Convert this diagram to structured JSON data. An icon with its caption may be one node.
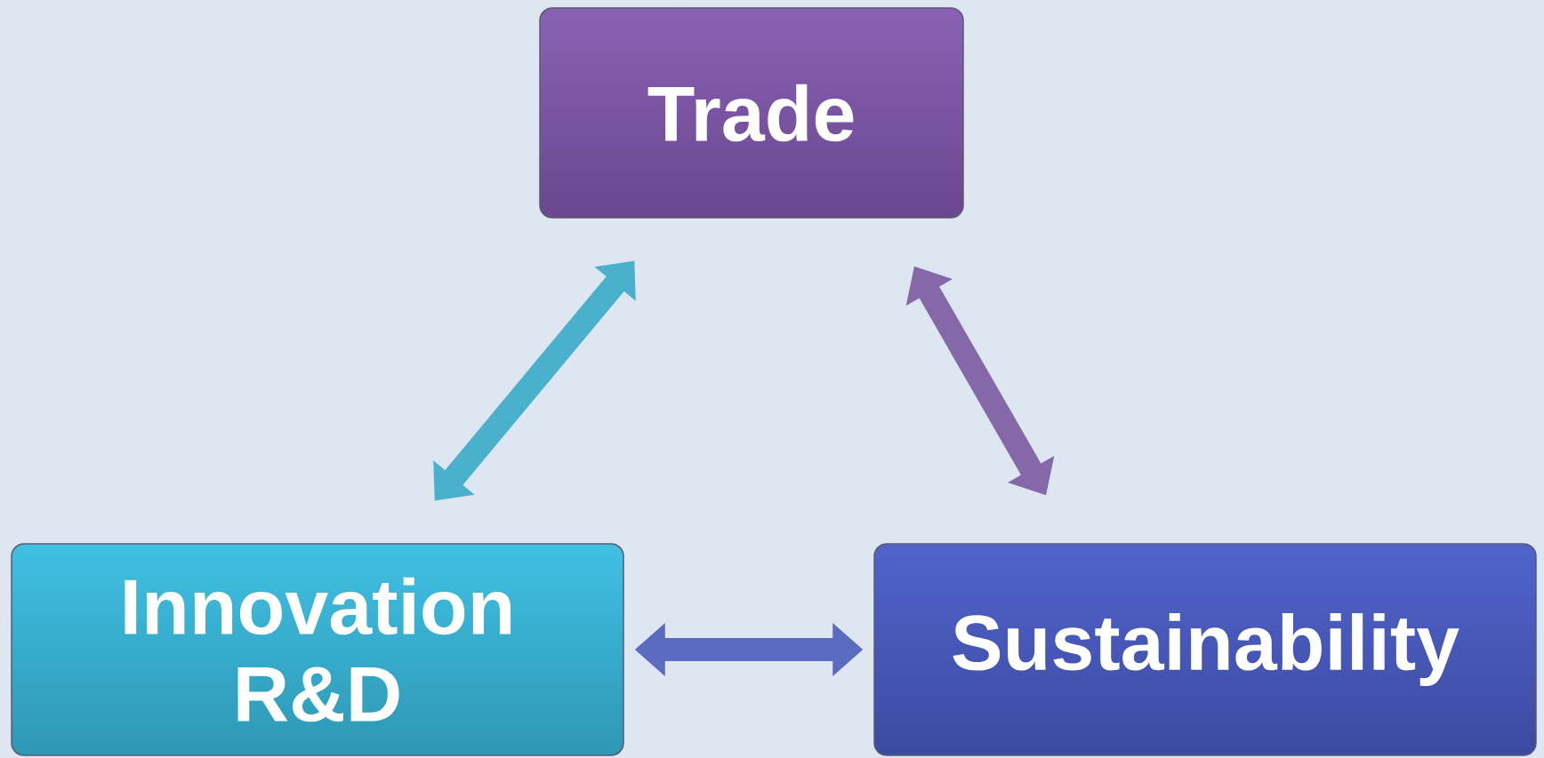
{
  "diagram": {
    "nodes": [
      {
        "text": [
          "Trade"
        ]
      },
      {
        "text": [
          "Innovation R&D"
        ]
      },
      {
        "text": [
          "Sustainability"
        ]
      }
    ],
    "edges": [
      {
        "from": 1,
        "to": 0,
        "arrow": "both",
        "color": "#4bb0cc"
      },
      {
        "from": 0,
        "to": 2,
        "arrow": "both",
        "color": "#8468a8"
      },
      {
        "from": 1,
        "to": 2,
        "arrow": "both",
        "color": "#5b6bbf"
      }
    ]
  }
}
